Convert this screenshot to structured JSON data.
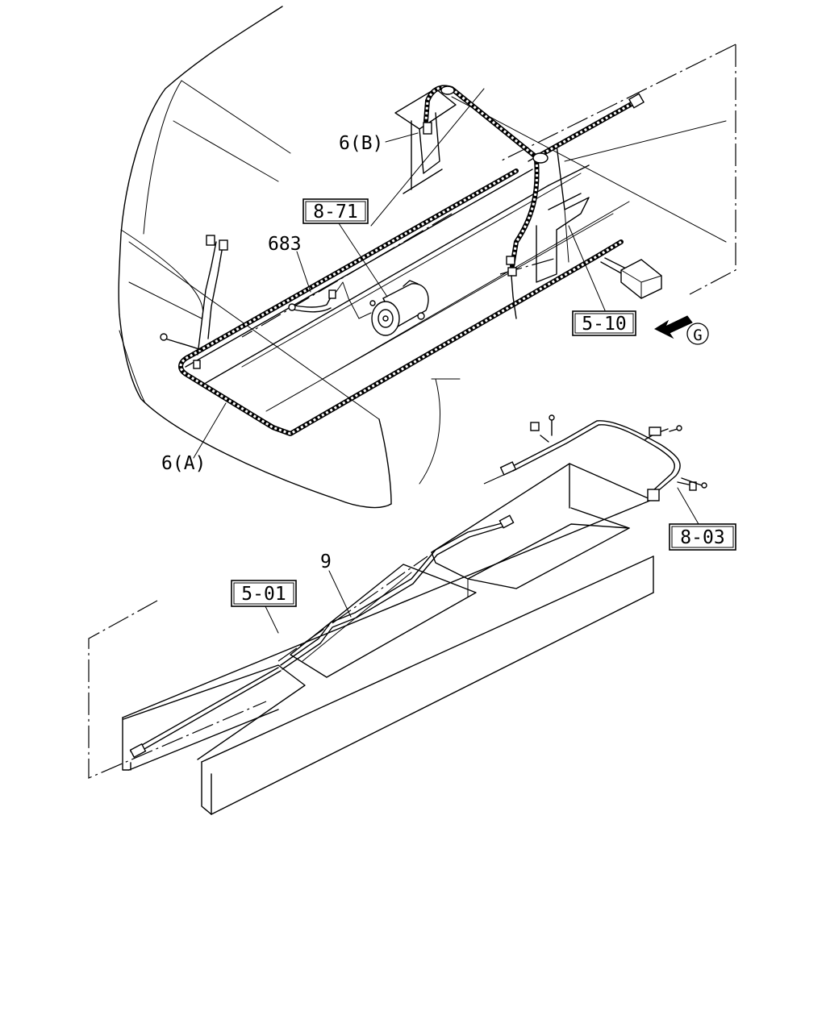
{
  "labels": {
    "part_6b": "6(B)",
    "ref_8_71": "8-71",
    "part_683": "683",
    "ref_5_10": "5-10",
    "view_g": "G",
    "part_6a": "6(A)",
    "ref_8_03": "8-03",
    "part_9": "9",
    "ref_5_01": "5-01"
  }
}
